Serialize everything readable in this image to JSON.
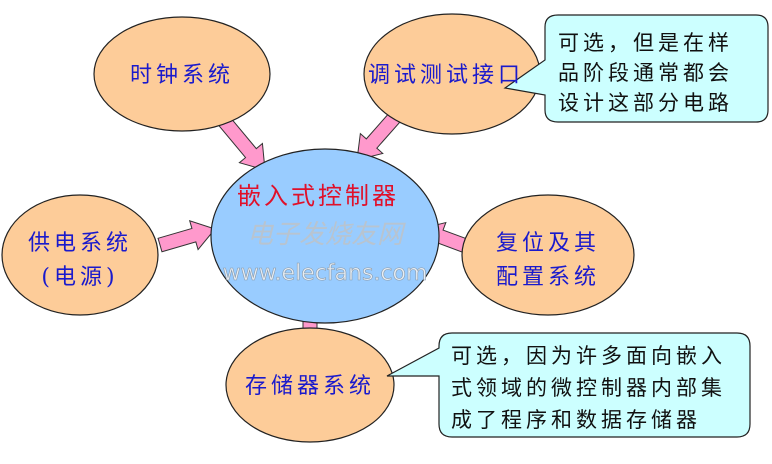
{
  "center": {
    "label": "嵌入式控制器"
  },
  "nodes": {
    "clock": "时钟系统",
    "debug": "调试测试接口",
    "power_line1": "供电系统",
    "power_line2": "(电源)",
    "reset_line1": "复位及其",
    "reset_line2": "配置系统",
    "storage": "存储器系统"
  },
  "callouts": {
    "debug_note": [
      "可选，但是在样",
      "品阶段通常都会",
      "设计这部分电路"
    ],
    "storage_note": [
      "可选，因为许多面向嵌入",
      "式领域的微控制器内部集",
      "成了程序和数据存储器"
    ]
  },
  "watermark": {
    "cn": "电子发烧友网",
    "url": "www.elecfans.com"
  },
  "colors": {
    "node_fill": "#fdcc99",
    "center_fill": "#99ccff",
    "arrow_fill": "#ff99cc",
    "callout_fill": "#ccffff",
    "label": "#1a1acc",
    "center_label": "#e0102a"
  }
}
